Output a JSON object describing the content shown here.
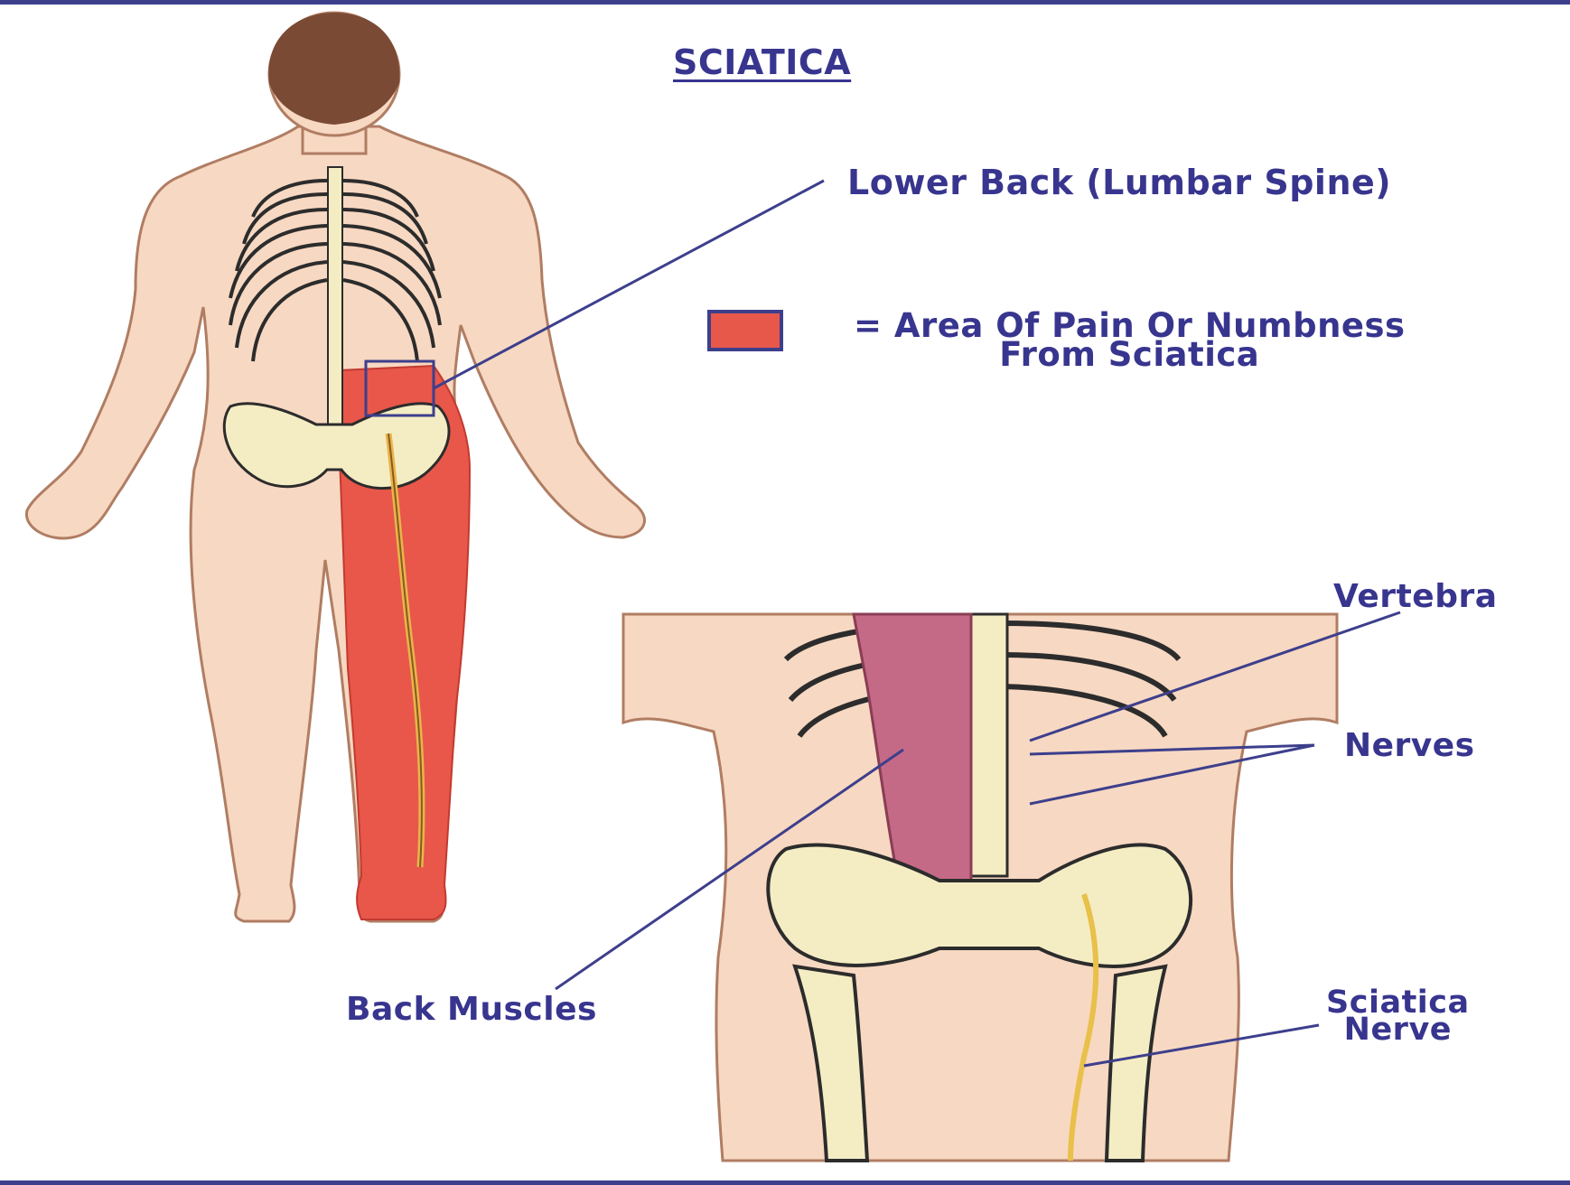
{
  "title": "SCIATICA",
  "labels": {
    "lower_back": "Lower Back (Lumbar Spine)",
    "vertebra": "Vertebra",
    "nerves": "Nerves",
    "back_muscles": "Back Muscles",
    "sciatica_nerve_line1": "Sciatica",
    "sciatica_nerve_line2": "Nerve"
  },
  "legend": {
    "line1": "= Area Of Pain Or Numbness",
    "line2": "From Sciatica",
    "swatch_color": "#e8584a"
  },
  "colors": {
    "text": "#38358f",
    "border": "#3d3f8c",
    "skin": "#f7d8c2",
    "bone": "#f4edc4",
    "pain": "#e8574a",
    "muscle": "#c46a86",
    "nerve": "#e8b54a",
    "hair": "#7a4a35"
  }
}
